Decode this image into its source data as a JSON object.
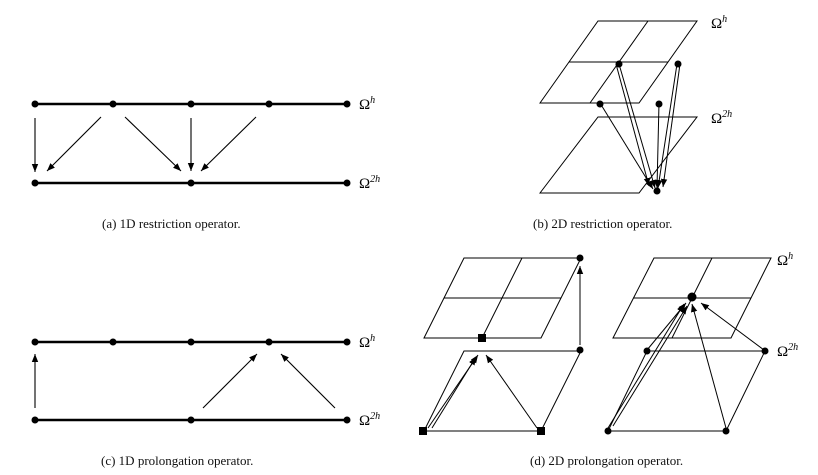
{
  "grid_labels": {
    "fine_base": "Ω",
    "fine_sup": "h",
    "coarse_base": "Ω",
    "coarse_sup": "2h"
  },
  "captions": {
    "a": "(a)  1D restriction operator.",
    "b": "(b)  2D restriction operator.",
    "c": "(c)  1D prolongation operator.",
    "d": "(d)  2D prolongation operator."
  },
  "colors": {
    "ink": "#000000",
    "background": "#ffffff"
  },
  "marker_names": [
    "dot",
    "square"
  ]
}
